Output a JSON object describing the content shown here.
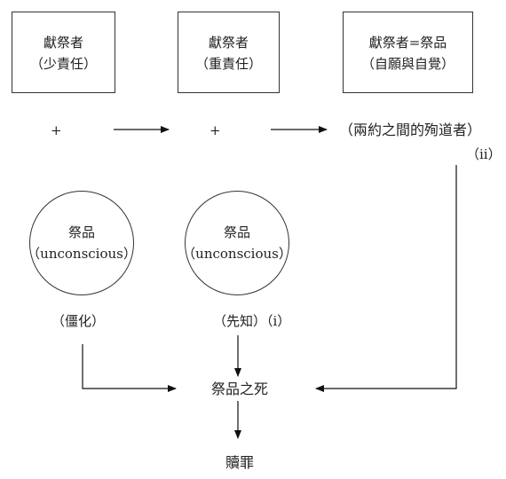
{
  "boxes": [
    {
      "title": "獻祭者",
      "sub": "（少責任）"
    },
    {
      "title": "獻祭者",
      "sub": "（重責任）"
    },
    {
      "title": "獻祭者=祭品",
      "sub": "（自願與自覺）"
    }
  ],
  "plus": [
    "+",
    "+"
  ],
  "mediator": "（兩約之間的殉道者）",
  "mark_ii": "（ii）",
  "circles": [
    {
      "title": "祭品",
      "sub": "（unconscious）"
    },
    {
      "title": "祭品",
      "sub": "（unconscious）"
    }
  ],
  "label_left": "（僵化）",
  "label_middle": "（先知）（i）",
  "center": "祭品之死",
  "bottom": "贖罪"
}
